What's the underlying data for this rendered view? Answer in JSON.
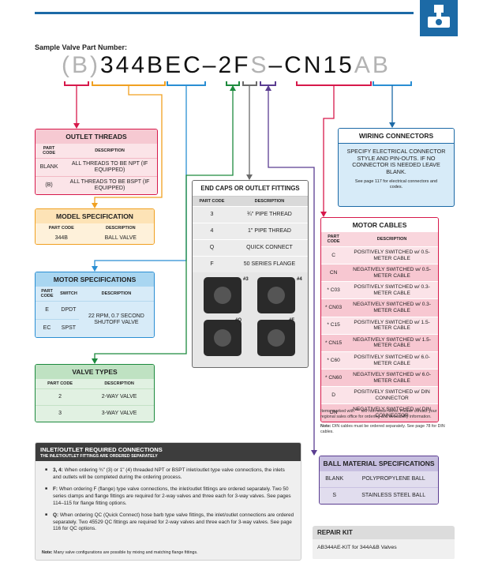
{
  "sample": {
    "label": "Sample Valve Part Number:",
    "segments": {
      "outlet_threads": "(B)",
      "model": "344B",
      "motor": "EC",
      "dash1": "–",
      "valve_type": "2",
      "end_cap": "F",
      "ball": "S",
      "dash2": "–",
      "cables": "CN15",
      "wiring": "AB"
    }
  },
  "colors": {
    "outlet_threads": "#d7194b",
    "model": "#f0a020",
    "motor": "#2a8ed3",
    "valve_types": "#1d8a3e",
    "end_caps": "#6b6b6b",
    "ball": "#5b3d91",
    "cables": "#d7194b",
    "wiring": "#1c6aa6"
  },
  "outlet_threads": {
    "title": "OUTLET THREADS",
    "headers": [
      "PART CODE",
      "DESCRIPTION"
    ],
    "rows": [
      [
        "BLANK",
        "ALL THREADS TO BE NPT (IF EQUIPPED)"
      ],
      [
        "(B)",
        "ALL THREADS TO BE BSPT (IF EQUIPPED)"
      ]
    ]
  },
  "model_spec": {
    "title": "MODEL SPECIFICATION",
    "headers": [
      "PART CODE",
      "DESCRIPTION"
    ],
    "rows": [
      [
        "344B",
        "BALL VALVE"
      ]
    ]
  },
  "motor_specs": {
    "title": "MOTOR SPECIFICATIONS",
    "headers": [
      "PART CODE",
      "SWITCH",
      "DESCRIPTION"
    ],
    "rows": [
      [
        "E",
        "DPDT"
      ],
      [
        "EC",
        "SPST"
      ]
    ],
    "shared_description": "22 RPM, 0.7 SECOND SHUTOFF VALVE"
  },
  "valve_types": {
    "title": "VALVE TYPES",
    "headers": [
      "PART CODE",
      "DESCRIPTION"
    ],
    "rows": [
      [
        "2",
        "2-WAY VALVE"
      ],
      [
        "3",
        "3-WAY VALVE"
      ]
    ]
  },
  "end_caps": {
    "title": "END CAPS OR OUTLET FITTINGS",
    "headers": [
      "PART CODE",
      "DESCRIPTION"
    ],
    "rows": [
      [
        "3",
        "¾\" PIPE THREAD"
      ],
      [
        "4",
        "1\" PIPE THREAD"
      ],
      [
        "Q",
        "QUICK CONNECT"
      ],
      [
        "F",
        "50 SERIES FLANGE"
      ]
    ],
    "photo_labels": [
      "#3",
      "#4",
      "#Q",
      "#F"
    ]
  },
  "wiring": {
    "title": "WIRING CONNECTORS",
    "text": "SPECIFY ELECTRICAL CONNECTOR STYLE AND PIN-OUTS. IF NO CONNECTOR IS NEEDED LEAVE BLANK.",
    "note": "See page 117 for electrical connectors and codes."
  },
  "motor_cables": {
    "title": "MOTOR CABLES",
    "headers": [
      "PART CODE",
      "DESCRIPTION"
    ],
    "rows": [
      [
        "C",
        "POSITIVELY SWITCHED w/ 0.5-METER CABLE"
      ],
      [
        "CN",
        "NEGATIVELY SWITCHED w/ 0.5-METER CABLE"
      ],
      [
        "* C03",
        "POSITIVELY SWITCHED w/ 0.3-METER CABLE"
      ],
      [
        "* CN03",
        "NEGATIVELY SWITCHED w/ 0.3-METER CABLE"
      ],
      [
        "* C15",
        "POSITIVELY SWITCHED w/ 1.5-METER CABLE"
      ],
      [
        "* CN15",
        "NEGATIVELY SWITCHED w/ 1.5-METER CABLE"
      ],
      [
        "* C60",
        "POSITIVELY SWITCHED w/ 6.0-METER CABLE"
      ],
      [
        "* CN60",
        "NEGATIVELY SWITCHED w/ 6.0-METER CABLE"
      ],
      [
        "D",
        "POSITIVELY SWITCHED w/ DIN CONNECTOR"
      ],
      [
        "DN",
        "NEGATIVELY SWITCHED w/ DIN CONNECTOR"
      ]
    ],
    "note1": "Items marked with \"*\" are non-stock items. Please contact your regional sales office for ordering and availability information.",
    "note2_label": "Note:",
    "note2": "DIN cables must be ordered separately. See page 78 for DIN cables."
  },
  "ball_material": {
    "title": "BALL MATERIAL SPECIFICATIONS",
    "rows": [
      [
        "BLANK",
        "POLYPROPYLENE BALL"
      ],
      [
        "S",
        "STAINLESS STEEL BALL"
      ]
    ]
  },
  "repair_kit": {
    "title": "REPAIR KIT",
    "text": "AB344AE-KIT for 344A&B Valves"
  },
  "inlet_outlet": {
    "title": "INLET/OUTLET REQUIRED CONNECTIONS",
    "subtitle": "THE INLET/OUTLET FITTINGS ARE ORDERED SEPARATELY",
    "items": [
      {
        "code": "3, 4:",
        "text": "When ordering ¾\" (3) or 1\" (4) threaded NPT or BSPT inlet/outlet type valve connections, the inlets and outlets will be completed during the ordering process."
      },
      {
        "code": "F:",
        "text": "When ordering F (flange) type valve connections, the inlet/outlet fittings are ordered separately. Two 50 series clamps and flange fittings are required for 2-way valves and three each for 3-way valves. See pages 114–115 for flange fitting options."
      },
      {
        "code": "Q:",
        "text": "When ordering QC (Quick Connect) hose barb type valve fittings, the inlet/outlet connections are ordered separately. Two 45529 QC fittings are required for 2-way valves and three each for 3-way valves. See page 116 for QC options."
      }
    ],
    "note_label": "Note:",
    "note": "Many valve configurations are possible by mixing and matching flange fittings."
  }
}
